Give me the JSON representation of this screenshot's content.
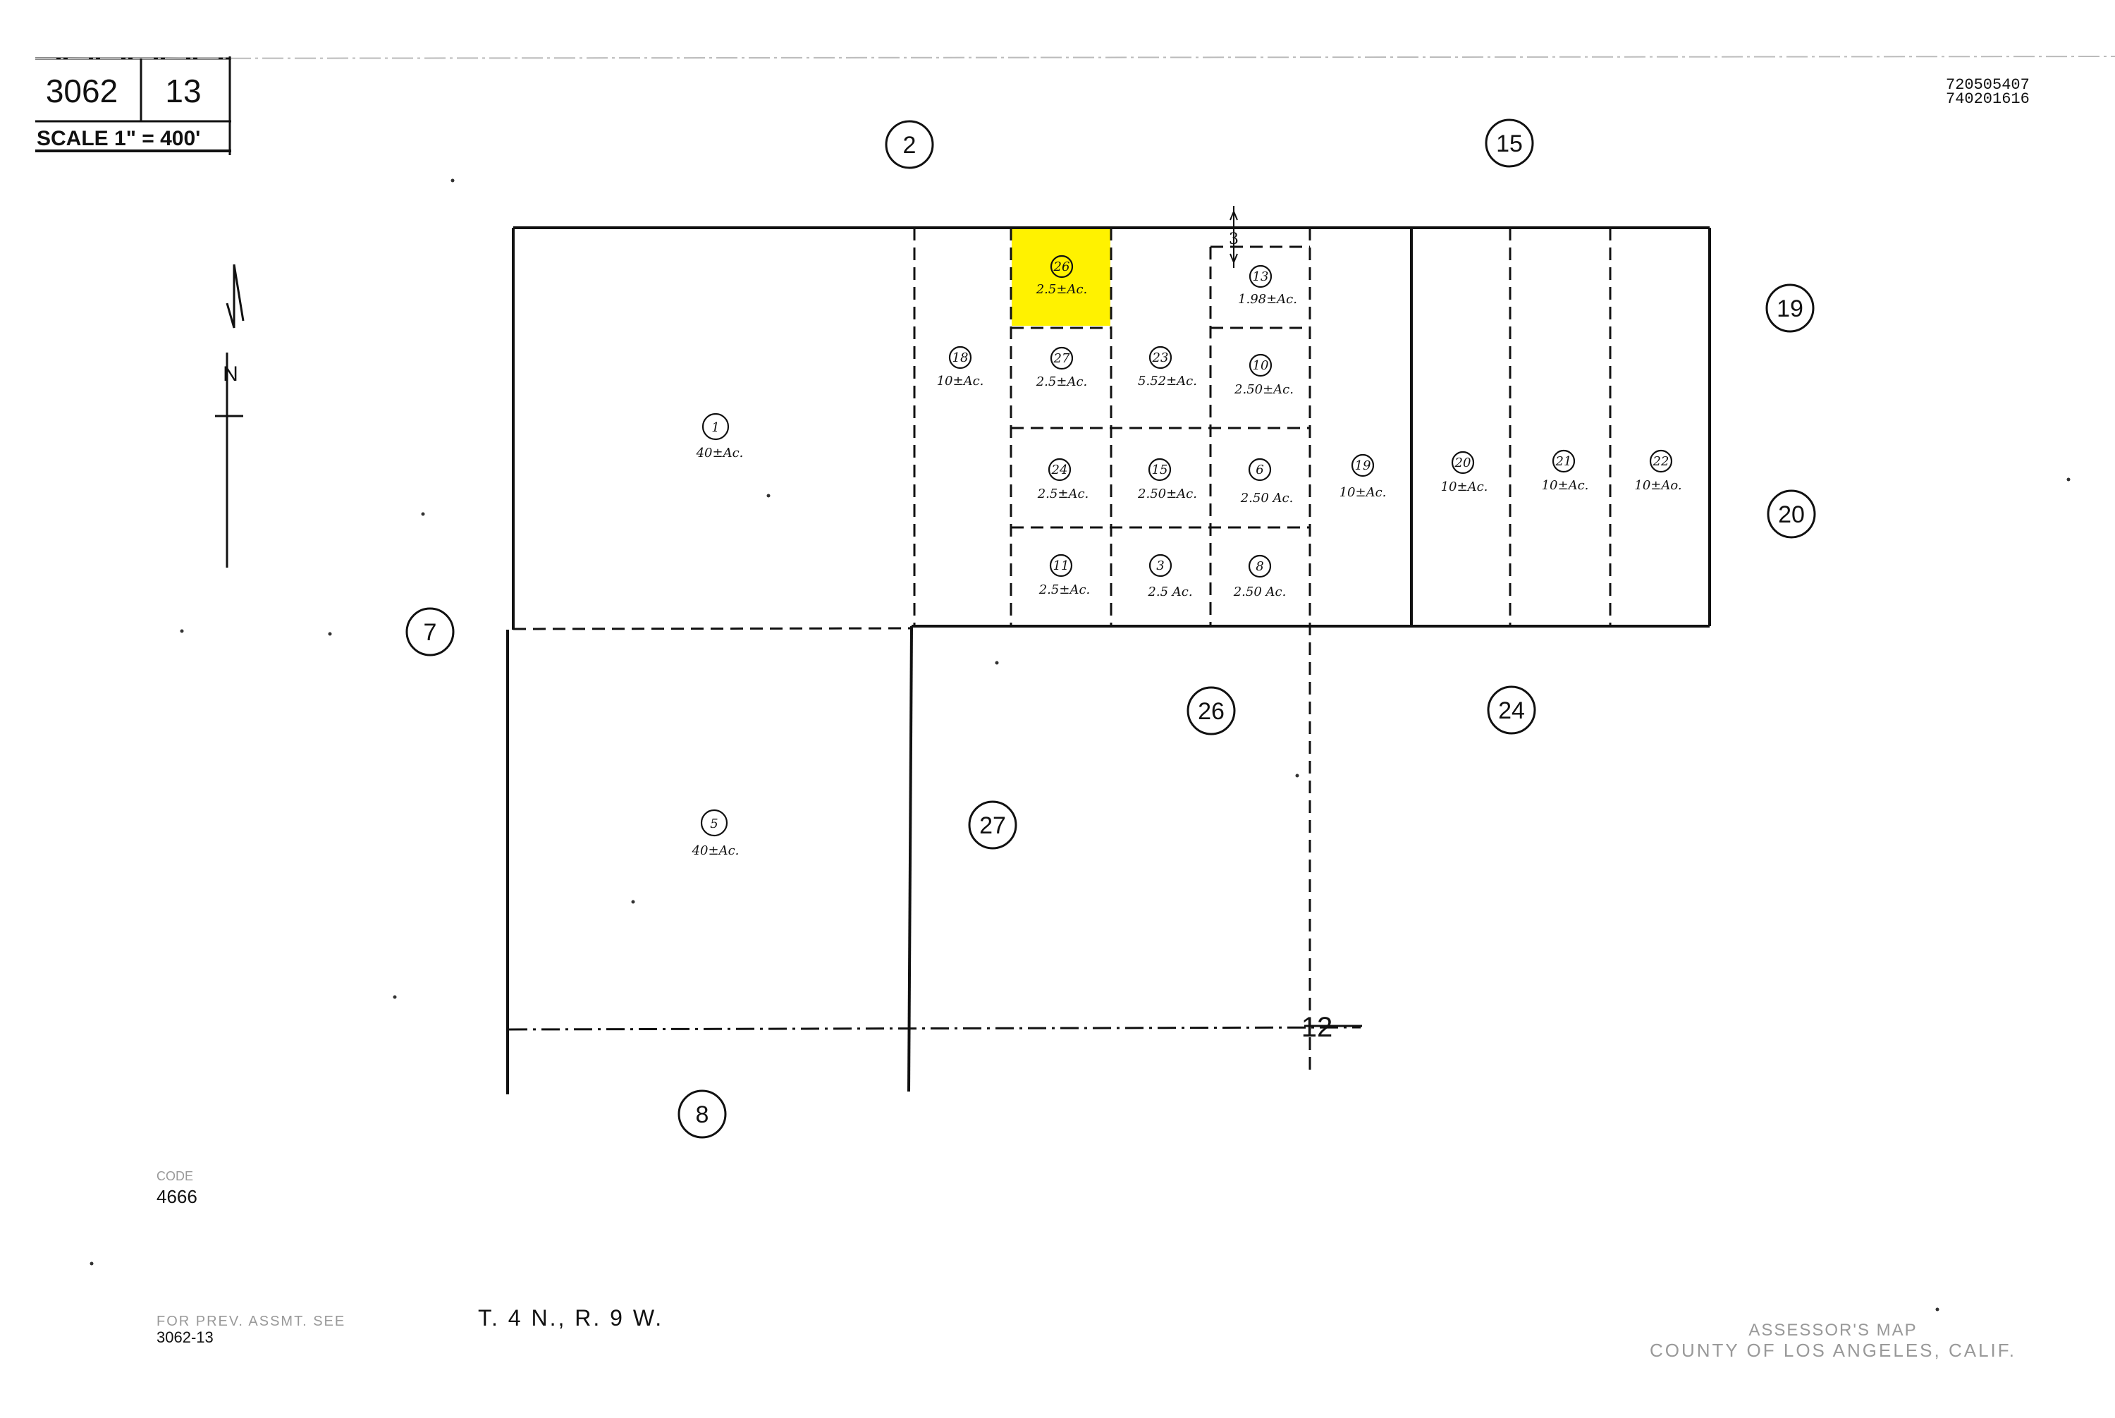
{
  "header": {
    "book": "3062",
    "page": "13",
    "scale": "SCALE 1\" = 400'",
    "codes": [
      "720505407",
      "740201616"
    ]
  },
  "north_label": "N",
  "neighbor_pages": [
    "2",
    "15",
    "19",
    "20",
    "7",
    "26",
    "24",
    "27",
    "8"
  ],
  "parcels": [
    {
      "num": "26",
      "area": "2.5±Ac."
    },
    {
      "num": "13",
      "area": "1.98±Ac."
    },
    {
      "num": "18",
      "area": "10±Ac."
    },
    {
      "num": "27",
      "area": "2.5±Ac."
    },
    {
      "num": "23",
      "area": "5.52±Ac."
    },
    {
      "num": "10",
      "area": "2.50±Ac."
    },
    {
      "num": "1",
      "area": "40±Ac."
    },
    {
      "num": "24",
      "area": "2.5±Ac."
    },
    {
      "num": "15",
      "area": "2.50±Ac."
    },
    {
      "num": "6",
      "area": "2.50 Ac."
    },
    {
      "num": "19",
      "area": "10±Ac."
    },
    {
      "num": "20",
      "area": "10±Ac."
    },
    {
      "num": "21",
      "area": "10±Ac."
    },
    {
      "num": "22",
      "area": "10±Ao."
    },
    {
      "num": "11",
      "area": "2.5±Ac."
    },
    {
      "num": "3",
      "area": "2.5 Ac."
    },
    {
      "num": "8",
      "area": "2.50 Ac."
    },
    {
      "num": "5",
      "area": "40±Ac."
    }
  ],
  "highlight_color": "#FFF200",
  "tick_label": "3",
  "section_mark": "12",
  "code_label": "CODE",
  "code_number": "4666",
  "footer": {
    "revision": "FOR PREV. ASSMT. SEE",
    "ref": "3062-13",
    "township": "T. 4 N., R. 9 W.",
    "assessor_line1": "ASSESSOR'S MAP",
    "assessor_line2": "COUNTY OF LOS ANGELES, CALIF."
  }
}
